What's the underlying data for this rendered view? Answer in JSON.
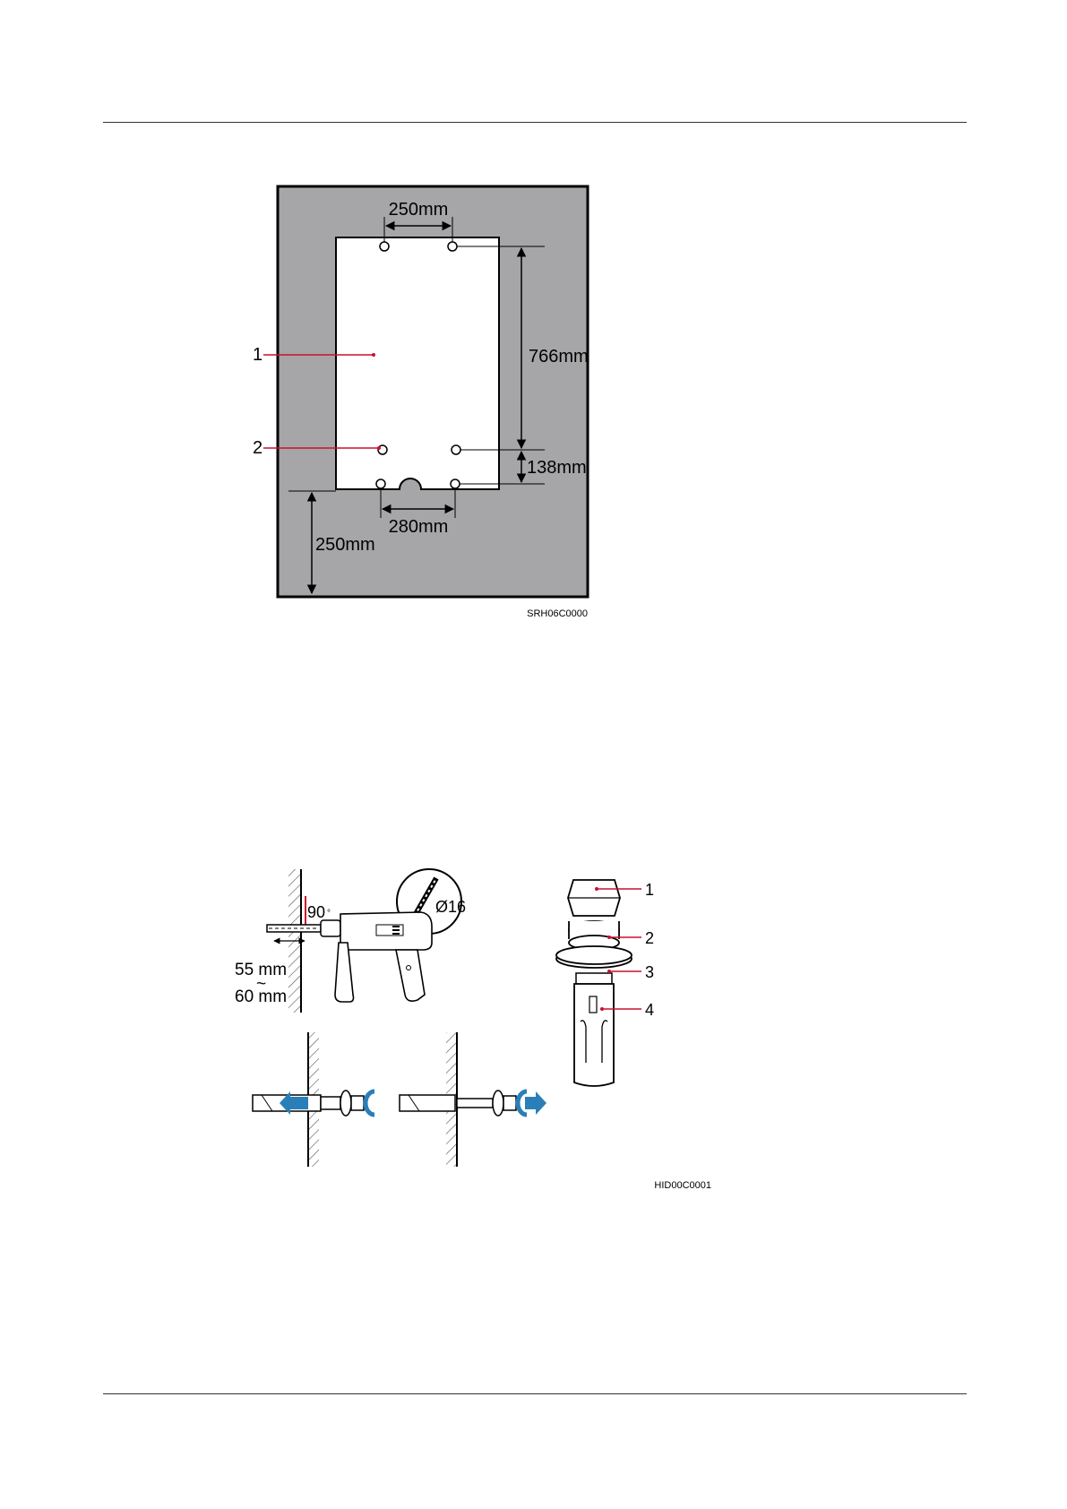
{
  "figure1": {
    "dim_top_holes": "250mm",
    "dim_vertical_upper": "766mm",
    "dim_vertical_lower": "138mm",
    "dim_bottom_holes": "280mm",
    "dim_floor_height": "250mm",
    "callout_1": "1",
    "callout_2": "2",
    "figure_code": "SRH06C0000",
    "colors": {
      "wall": "#a6a6a8",
      "callout_line": "#c8102e"
    }
  },
  "figure2": {
    "drill_bit_label": "Ø16",
    "angle_label": "90",
    "angle_unit": "°",
    "depth_min": "55 mm",
    "depth_sep": "~",
    "depth_max": "60 mm",
    "callouts": [
      "1",
      "2",
      "3",
      "4"
    ],
    "figure_code": "HID00C0001",
    "colors": {
      "arrow": "#2a7fb8",
      "callout_line": "#c8102e"
    }
  }
}
